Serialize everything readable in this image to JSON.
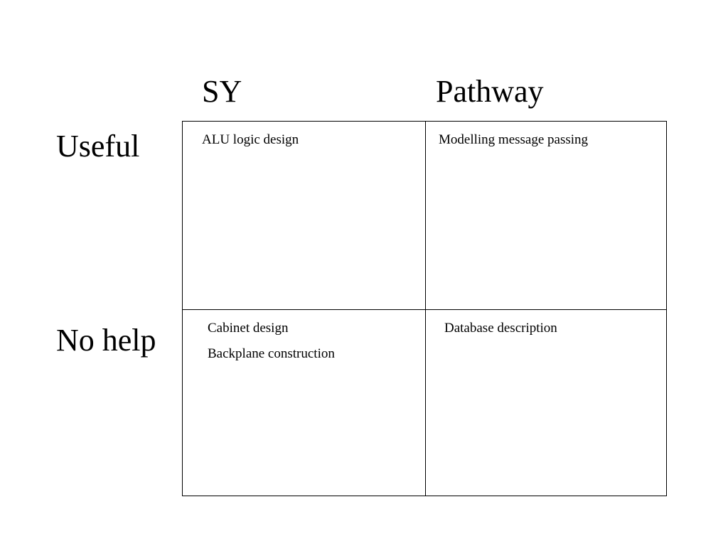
{
  "columns": {
    "left": "SY",
    "right": "Pathway"
  },
  "rows": {
    "top": "Useful",
    "bottom": "No help"
  },
  "cells": {
    "sy_useful": [
      "ALU logic design"
    ],
    "pathway_useful": [
      "Modelling message passing"
    ],
    "sy_nohelp": [
      "Cabinet design",
      "Backplane construction"
    ],
    "pathway_nohelp": [
      "Database description"
    ]
  }
}
